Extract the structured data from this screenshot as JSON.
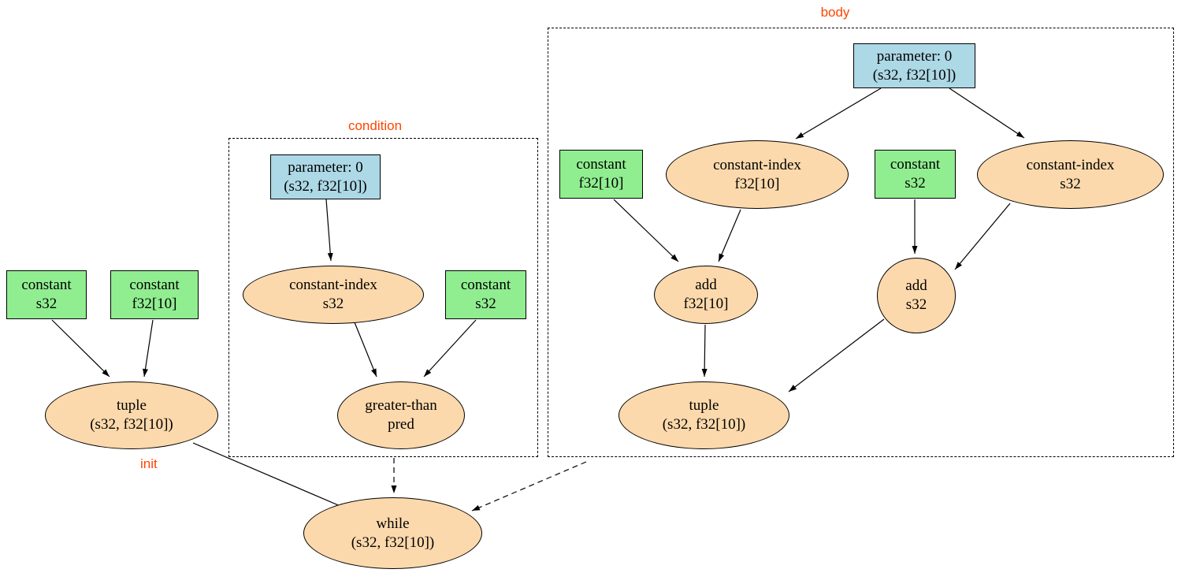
{
  "colors": {
    "constant_fill": "#90EE90",
    "parameter_fill": "#ADD8E6",
    "op_fill": "#FCD9AC",
    "label_red": "#FF4500"
  },
  "clusters": {
    "condition": {
      "label": "condition"
    },
    "body": {
      "label": "body"
    }
  },
  "edge_labels": {
    "init": "init"
  },
  "nodes": {
    "init_constant_s32": {
      "lines": [
        "constant",
        "s32"
      ]
    },
    "init_constant_f32": {
      "lines": [
        "constant",
        "f32[10]"
      ]
    },
    "init_tuple": {
      "lines": [
        "tuple",
        "(s32, f32[10])"
      ]
    },
    "cond_parameter": {
      "lines": [
        "parameter: 0",
        "(s32, f32[10])"
      ]
    },
    "cond_constant_index": {
      "lines": [
        "constant-index",
        "s32"
      ]
    },
    "cond_constant_s32": {
      "lines": [
        "constant",
        "s32"
      ]
    },
    "cond_greater_than": {
      "lines": [
        "greater-than",
        "pred"
      ]
    },
    "body_parameter": {
      "lines": [
        "parameter: 0",
        "(s32, f32[10])"
      ]
    },
    "body_constant_f32": {
      "lines": [
        "constant",
        "f32[10]"
      ]
    },
    "body_constant_index_f32": {
      "lines": [
        "constant-index",
        "f32[10]"
      ]
    },
    "body_constant_s32": {
      "lines": [
        "constant",
        "s32"
      ]
    },
    "body_constant_index_s32": {
      "lines": [
        "constant-index",
        "s32"
      ]
    },
    "body_add_f32": {
      "lines": [
        "add",
        "f32[10]"
      ]
    },
    "body_add_s32": {
      "lines": [
        "add",
        "s32"
      ]
    },
    "body_tuple": {
      "lines": [
        "tuple",
        "(s32, f32[10])"
      ]
    },
    "while_node": {
      "lines": [
        "while",
        "(s32, f32[10])"
      ]
    }
  }
}
